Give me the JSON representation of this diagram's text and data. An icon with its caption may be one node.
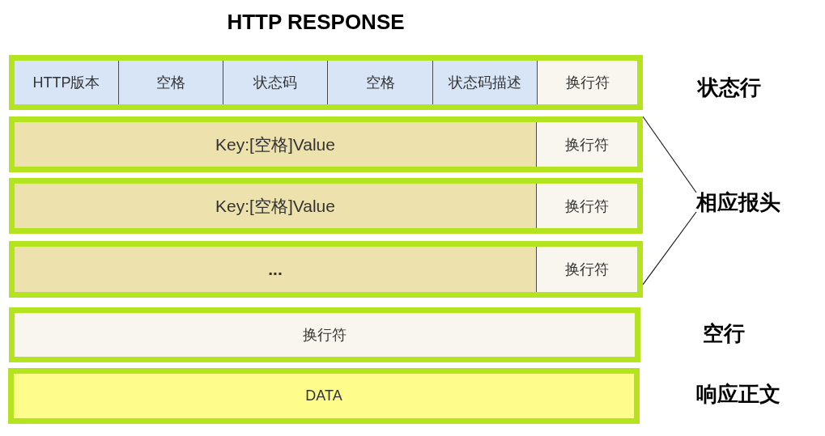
{
  "diagram": {
    "title": "HTTP RESPONSE",
    "nodes": [
      {
        "text": [],
        "shape": "box",
        "beside": [
          "状态行"
        ]
      },
      {
        "text": [
          "HTTP版本"
        ],
        "in": 0
      },
      {
        "text": [
          "空格"
        ],
        "in": 0
      },
      {
        "text": [
          "状态码"
        ],
        "in": 0
      },
      {
        "text": [
          "空格"
        ],
        "in": 0
      },
      {
        "text": [
          "状态码描述"
        ],
        "in": 0
      },
      {
        "text": [
          "换行符"
        ],
        "in": 0
      },
      {
        "text": [],
        "shape": "box"
      },
      {
        "text": [
          "Key:[空格]Value"
        ],
        "in": 7
      },
      {
        "text": [
          "换行符"
        ],
        "in": 7
      },
      {
        "text": [],
        "shape": "box"
      },
      {
        "text": [
          "Key:[空格]Value"
        ],
        "in": 10
      },
      {
        "text": [
          "换行符"
        ],
        "in": 10
      },
      {
        "text": [],
        "shape": "box"
      },
      {
        "text": [
          "..."
        ],
        "in": 13
      },
      {
        "text": [
          "换行符"
        ],
        "in": 13
      },
      {
        "text": [
          "换行符"
        ],
        "beside": [
          "空行"
        ]
      },
      {
        "text": [
          "DATA"
        ],
        "beside": [
          "响应正文"
        ]
      },
      {
        "text": [
          "相应报头"
        ]
      }
    ],
    "edges": [
      {
        "from": 18,
        "to": 7,
        "arrow": "none"
      },
      {
        "from": 18,
        "to": 13,
        "arrow": "none"
      }
    ]
  }
}
